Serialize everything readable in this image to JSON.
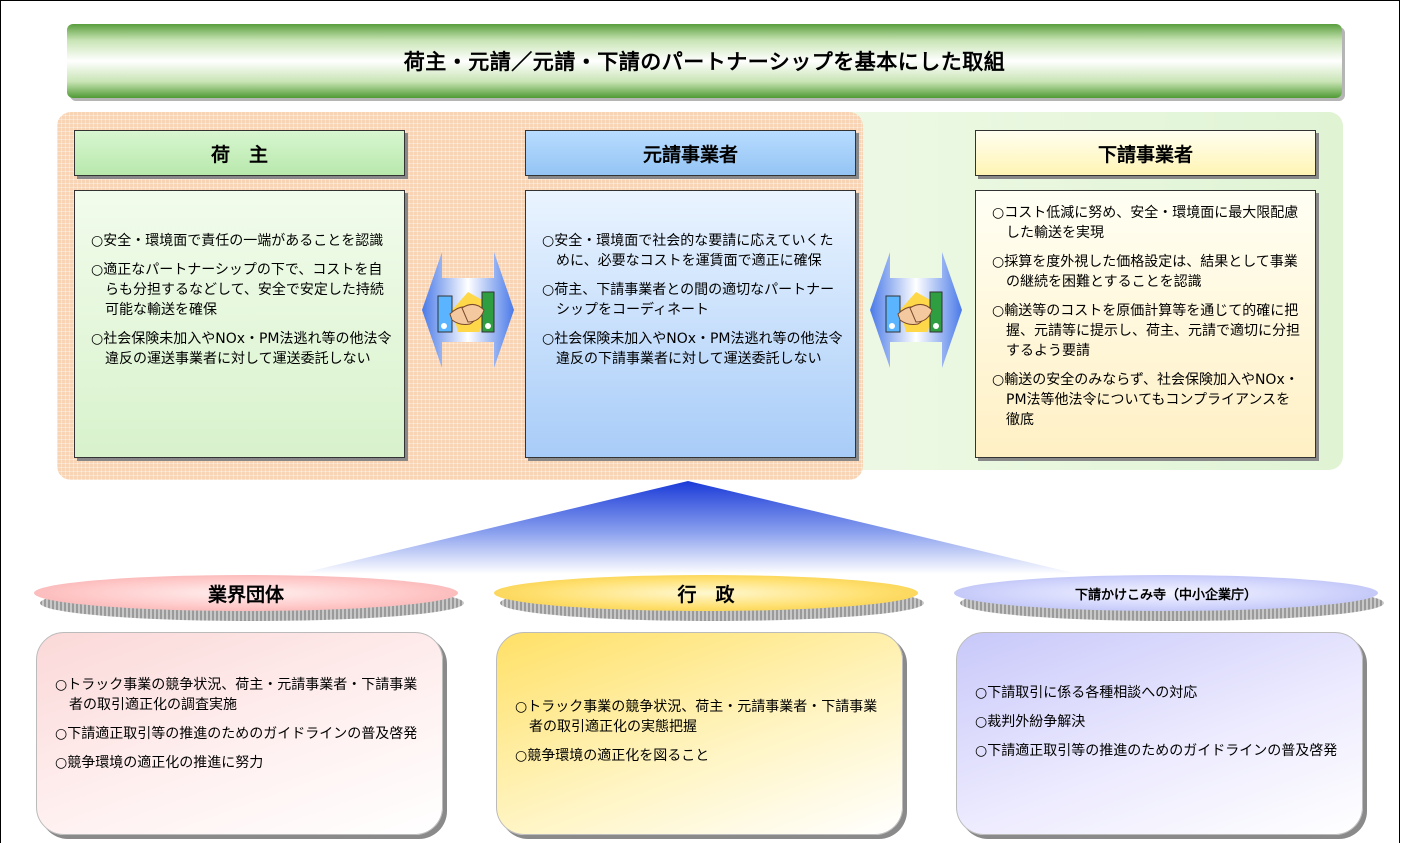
{
  "title": "荷主・元請／元請・下請のパートナーシップを基本にした取組",
  "columns": [
    {
      "header": "荷　主",
      "items": [
        "○安全・環境面で責任の一端があることを認識",
        "○適正なパートナーシップの下で、コストを自らも分担するなどして、安全で安定した持続可能な輸送を確保",
        "○社会保険未加入やNOx・PM法逃れ等の他法令違反の運送事業者に対して運送委託しない"
      ]
    },
    {
      "header": "元請事業者",
      "items": [
        "○安全・環境面で社会的な要請に応えていくために、必要なコストを運賃面で適正に確保",
        "○荷主、下請事業者との間の適切なパートナーシップをコーディネート",
        "○社会保険未加入やNOx・PM法逃れ等の他法令違反の下請事業者に対して運送委託しない"
      ]
    },
    {
      "header": "下請事業者",
      "items": [
        "○コスト低減に努め、安全・環境面に最大限配慮した輸送を実現",
        "○採算を度外視した価格設定は、結果として事業の継続を困難とすることを認識",
        "○輸送等のコストを原価計算等を通じて的確に把握、元請等に提示し、荷主、元請で適切に分担するよう要請",
        "○輸送の安全のみならず、社会保険加入やNOx・PM法等他法令についてもコンプライアンスを徹底"
      ]
    }
  ],
  "supporters": [
    {
      "label": "業界団体",
      "items": [
        "○トラック事業の競争状況、荷主・元請事業者・下請事業者の取引適正化の調査実施",
        "○下請適正取引等の推進のためのガイドラインの普及啓発",
        "○競争環境の適正化の推進に努力"
      ]
    },
    {
      "label": "行　政",
      "items": [
        "○トラック事業の競争状況、荷主・元請事業者・下請事業者の取引適正化の実態把握",
        "○競争環境の適正化を図ること"
      ]
    },
    {
      "label": "下請かけこみ寺（中小企業庁）",
      "items": [
        "○下請取引に係る各種相談への対応",
        "○裁判外紛争解決",
        "○下請適正取引等の推進のためのガイドラインの普及啓発"
      ]
    }
  ],
  "colors": {
    "accent_green": "#4f9a34",
    "header_green": "#ccf0c4",
    "header_blue": "#a8d0ff",
    "header_yellow": "#ffffc8"
  }
}
